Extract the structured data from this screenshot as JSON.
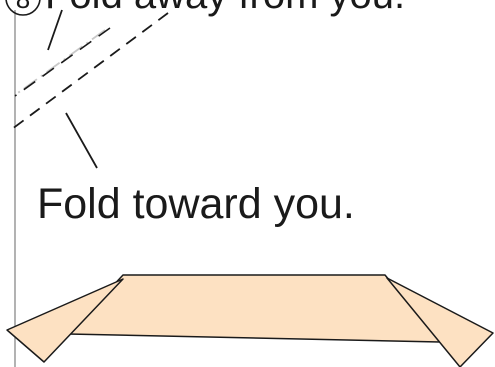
{
  "step": {
    "number": "8"
  },
  "instructions": {
    "fold_away": "Fold away from you.",
    "fold_toward": "Fold toward you."
  },
  "colors": {
    "paper": "#fde1c2",
    "line": "#1a1a1a",
    "frame": "#808080",
    "background": "#ffffff"
  }
}
